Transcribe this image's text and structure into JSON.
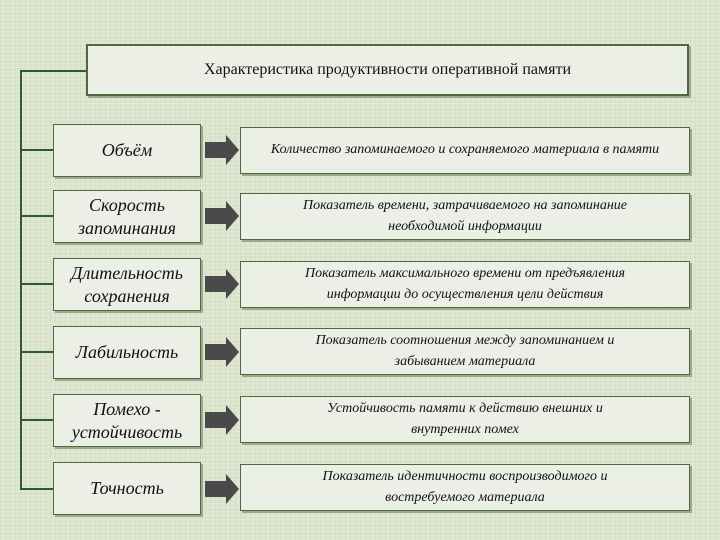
{
  "title": "Характеристика продуктивности оперативной памяти",
  "rows": [
    {
      "name": "Объём",
      "description": "Количество запоминаемого и сохраняемого материала в памяти"
    },
    {
      "name": "Скорость\nзапоминания",
      "description": "Показатель времени, затрачиваемого на запоминание\nнеобходимой информации"
    },
    {
      "name": "Длительность\nсохранения",
      "description": "Показатель максимального времени от предъявления\nинформации до осуществления цели действия"
    },
    {
      "name": "Лабильность",
      "description": "Показатель соотношения между запоминанием и\nзабыванием материала"
    },
    {
      "name": "Помехо -\nустойчивость",
      "description": "Устойчивость памяти к действию внешних и\nвнутренних  помех"
    },
    {
      "name": "Точность",
      "description": "Показатель идентичности воспроизводимого и\nвостребуемого материала"
    }
  ],
  "colors": {
    "line": "#2f5a2a",
    "arrow": "#4a4a4a",
    "box_border": "#4d6a3f",
    "box_fill": "#ecefe6"
  }
}
